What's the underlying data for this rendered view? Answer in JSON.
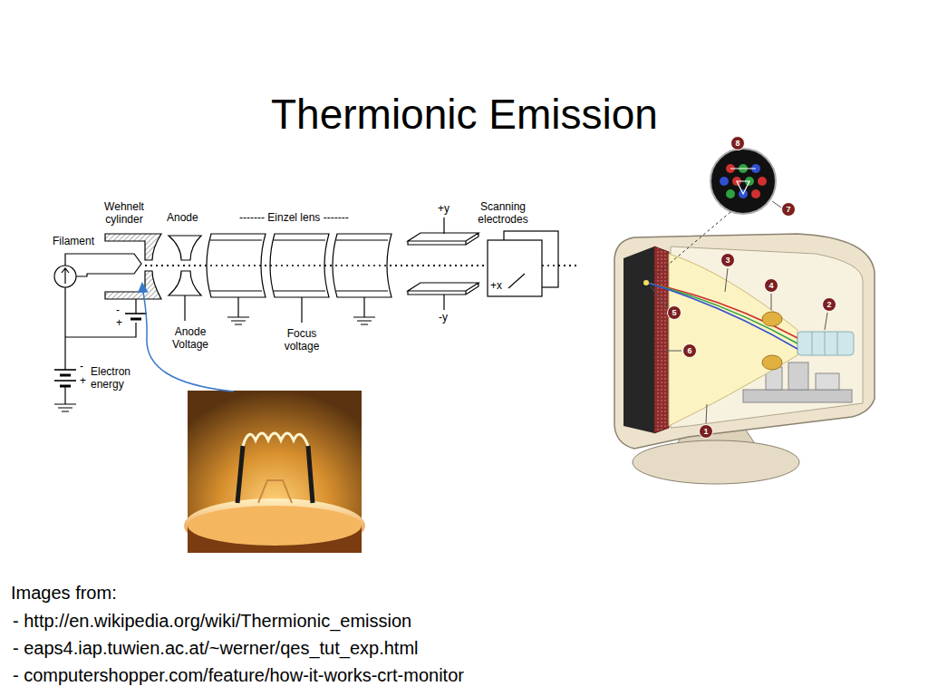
{
  "diagram": {
    "title": "Thermionic Emission",
    "labels": [
      "Wehnelt cylinder",
      "Anode",
      "------- Einzel lens -------",
      "+y",
      "Scanning electrodes",
      "Filament",
      "+x",
      "Anode Voltage",
      "Focus voltage",
      "-y",
      "-",
      "+",
      "-",
      "+",
      "Electron energy",
      "8",
      "7",
      "3",
      "4",
      "2",
      "5",
      "6",
      "1",
      "Images from:",
      "- http://en.wikipedia.org/wiki/Thermionic_emission",
      "- eaps4.iap.tuwien.ac.at/~werner/qes_tut_exp.html",
      "- computershopper.com/feature/how-it-works-crt-monitor"
    ]
  }
}
